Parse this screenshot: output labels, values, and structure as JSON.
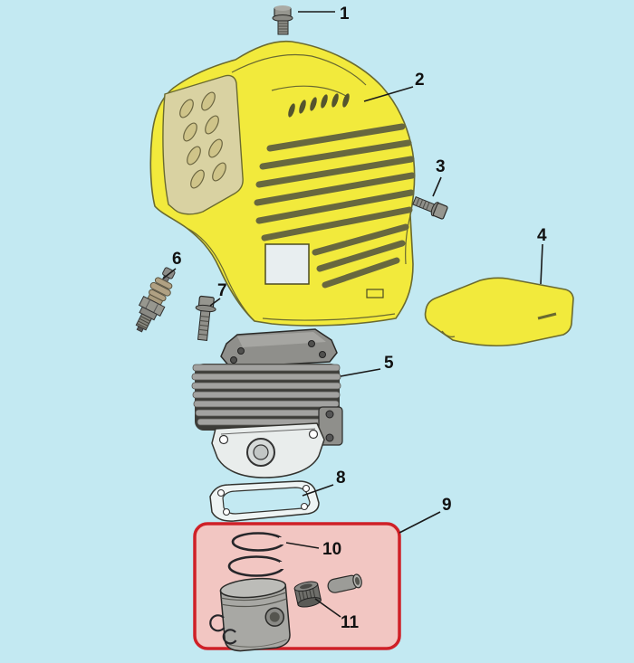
{
  "diagram": {
    "type": "exploded-parts-diagram",
    "subject": "engine top-end assembly (cover, cylinder, piston)",
    "colors": {
      "background": "#c3e9f2",
      "part_yellow": "#f2ea3c",
      "panel_tan": "#d9d2a2",
      "slat_dark": "#68683f",
      "metal_gray": "#9a9a98",
      "highlight_border": "#cf2027",
      "highlight_fill": "#f2c6c2"
    },
    "callouts": [
      {
        "label": "1",
        "part": "cover-screw-top"
      },
      {
        "label": "2",
        "part": "engine-shroud-cover"
      },
      {
        "label": "3",
        "part": "cover-screw-side"
      },
      {
        "label": "4",
        "part": "engine-plate"
      },
      {
        "label": "5",
        "part": "cylinder"
      },
      {
        "label": "6",
        "part": "spark-plug"
      },
      {
        "label": "7",
        "part": "cylinder-screw"
      },
      {
        "label": "8",
        "part": "cylinder-gasket"
      },
      {
        "label": "9",
        "part": "piston-assembly-group"
      },
      {
        "label": "10",
        "part": "piston-rings"
      },
      {
        "label": "11",
        "part": "piston-pin-bearing"
      }
    ]
  }
}
